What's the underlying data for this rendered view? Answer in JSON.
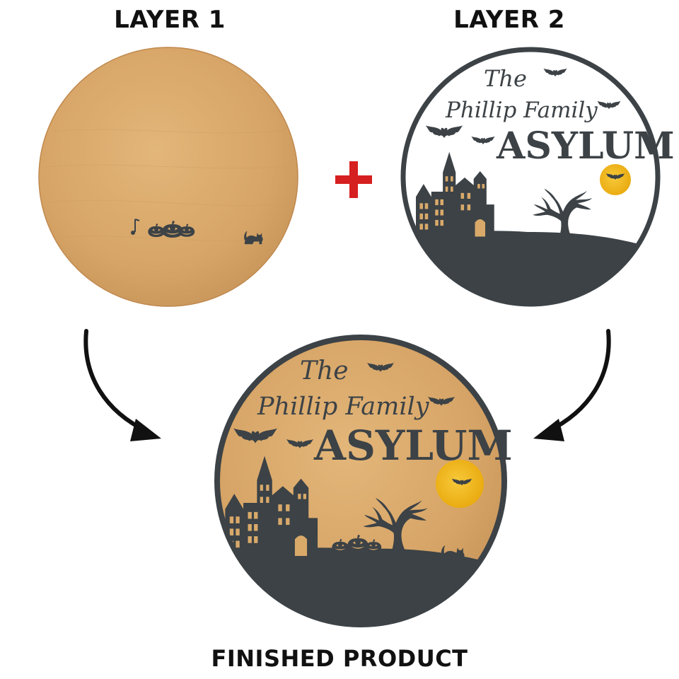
{
  "labels": {
    "layer1": "LAYER 1",
    "layer2": "LAYER 2",
    "finished": "FINISHED PRODUCT"
  },
  "sign": {
    "line1": "The",
    "line2": "Phillip Family",
    "line3": "ASYLUM"
  },
  "colors": {
    "wood": "#d9a96a",
    "wood_dark": "#c49055",
    "slate": "#3c4246",
    "moon": "#f2b617",
    "plus": "#d61f1f",
    "arrow": "#111111"
  },
  "icons": [
    "bat-icon",
    "haunted-house-icon",
    "bare-tree-icon",
    "moon-icon",
    "pumpkin-icon",
    "black-cat-icon",
    "plus-icon",
    "curved-arrow-icon"
  ]
}
